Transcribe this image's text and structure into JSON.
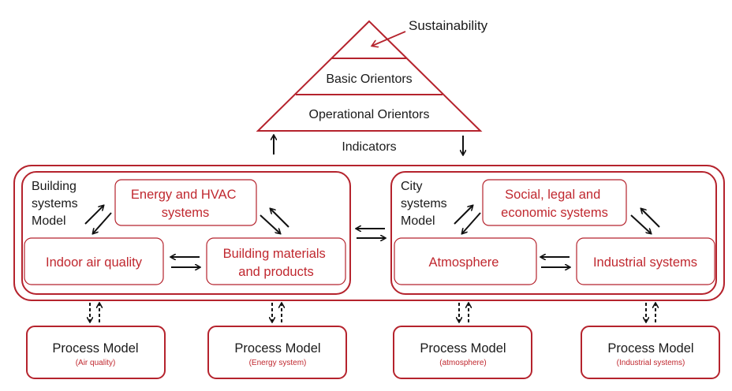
{
  "colors": {
    "accent": "#b5232d",
    "text": "#1a1a1a"
  },
  "pyramid": {
    "top": "Sustainability",
    "middle": "Basic Orientors",
    "bottom": "Operational Orientors",
    "indicators": "Indicators"
  },
  "building": {
    "label": [
      "Building",
      "systems",
      "Model"
    ],
    "energy": [
      "Energy and HVAC",
      "systems"
    ],
    "indoor": "Indoor air quality",
    "materials": [
      "Building materials",
      "and products"
    ]
  },
  "city": {
    "label": [
      "City",
      "systems",
      "Model"
    ],
    "social": [
      "Social, legal and",
      "economic systems"
    ],
    "atmosphere": "Atmosphere",
    "industrial": "Industrial systems"
  },
  "process_models": [
    {
      "title": "Process Model",
      "subtitle": "(Air quality)"
    },
    {
      "title": "Process Model",
      "subtitle": "(Energy system)"
    },
    {
      "title": "Process Model",
      "subtitle": "(atmosphere)"
    },
    {
      "title": "Process Model",
      "subtitle": "(Industrial systems)"
    }
  ]
}
